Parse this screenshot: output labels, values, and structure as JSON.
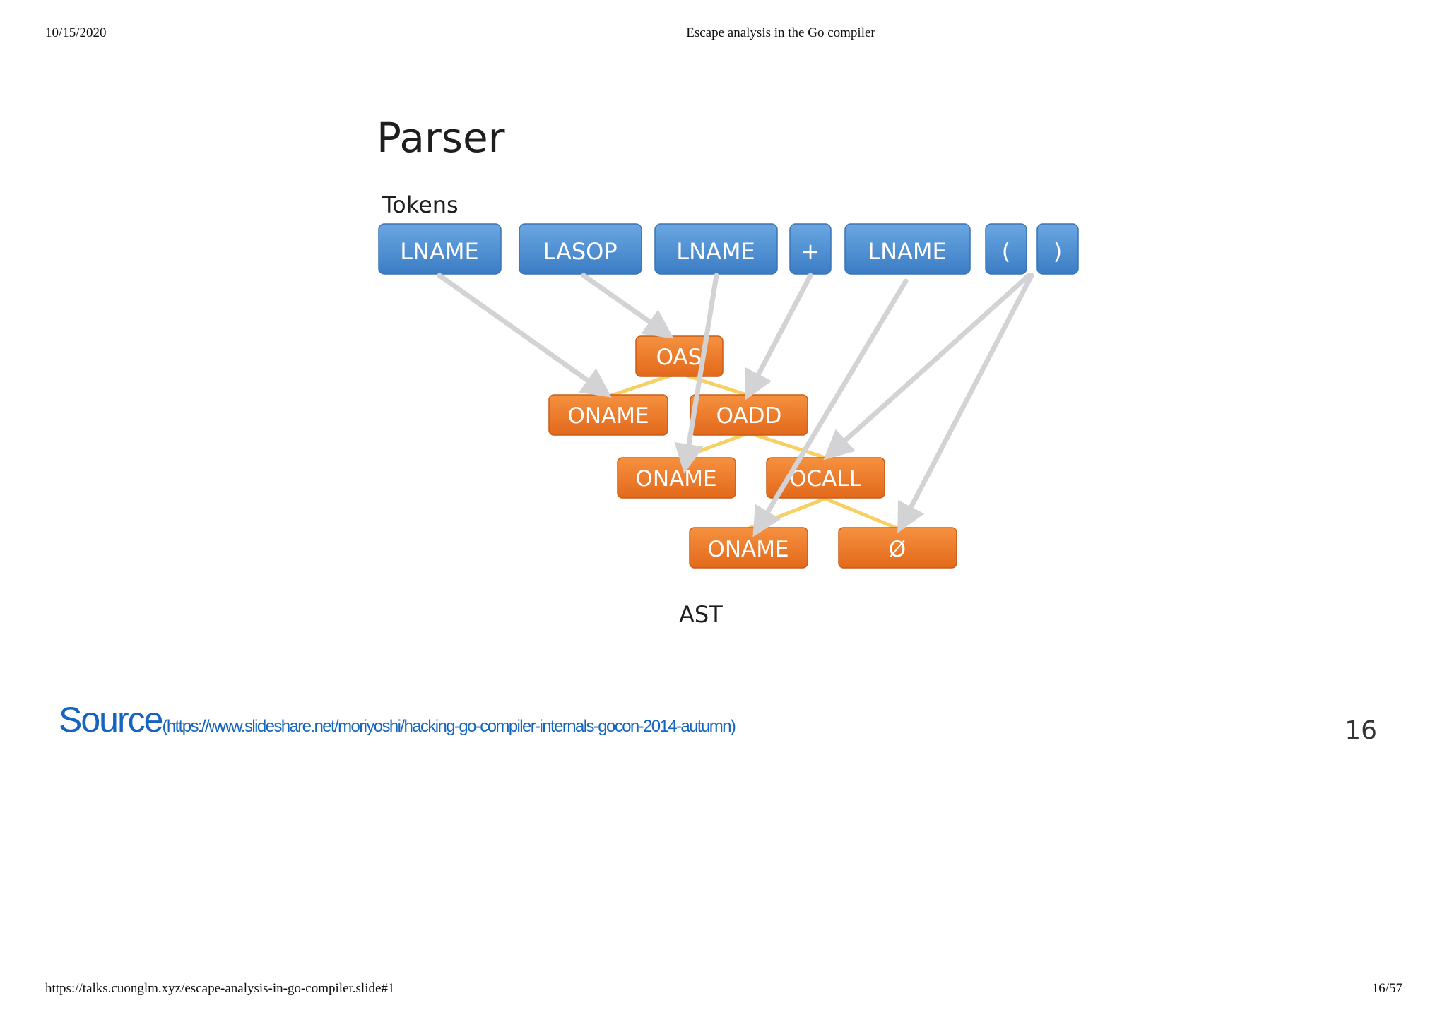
{
  "print_header": {
    "date": "10/15/2020",
    "title": "Escape analysis in the Go compiler"
  },
  "slide": {
    "title": "Parser",
    "tokens_label": "Tokens",
    "ast_label": "AST",
    "tokens": [
      "LNAME",
      "LASOP",
      "LNAME",
      "+",
      "LNAME",
      "(",
      ")"
    ],
    "ast_nodes": [
      "OAS",
      "ONAME",
      "OADD",
      "ONAME",
      "OCALL",
      "ONAME",
      "Ø"
    ],
    "colors": {
      "token": "#4f8fd1",
      "ast_node": "#ee7b2a",
      "tree_edge": "#f8cf63",
      "arrow": "#d3d3d6",
      "link": "#1565c0"
    },
    "source_label": "Source",
    "source_url": "(https://www.slideshare.net/moriyoshi/hacking-go-compiler-internals-gocon-2014-autumn)",
    "page_number": "16"
  },
  "print_footer": {
    "url": "https://talks.cuonglm.xyz/escape-analysis-in-go-compiler.slide#1",
    "page": "16/57"
  }
}
